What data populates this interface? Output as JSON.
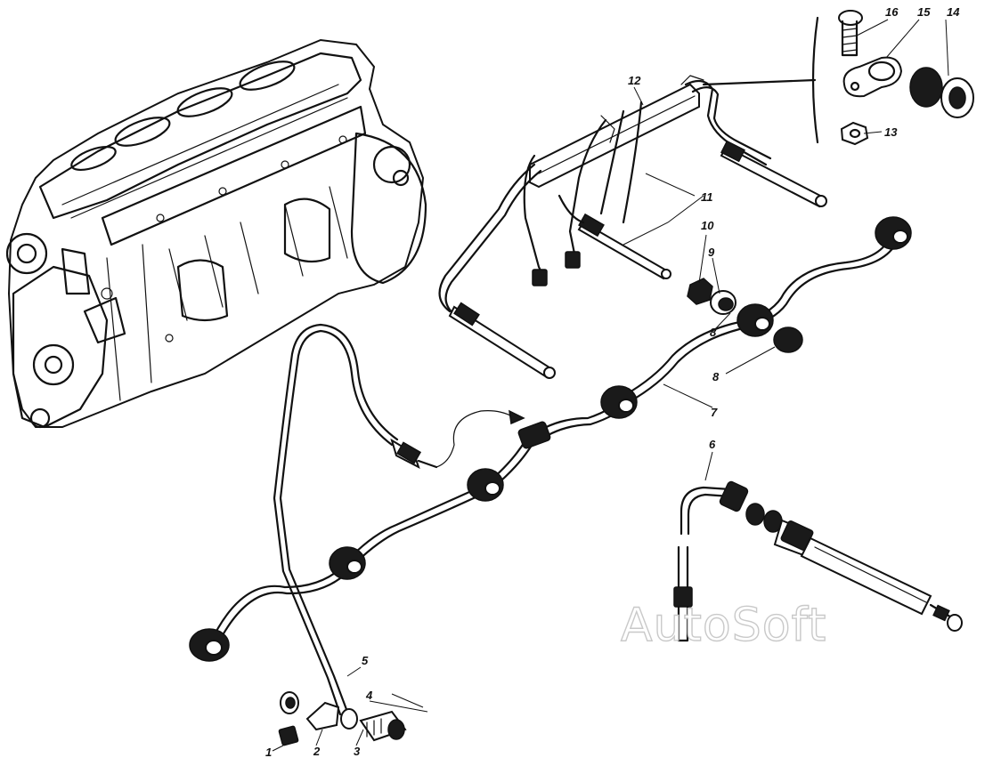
{
  "labels": [
    "1",
    "2",
    "3",
    "4",
    "5",
    "6",
    "7",
    "8",
    "8",
    "9",
    "10",
    "11",
    "12",
    "13",
    "14",
    "15",
    "16"
  ],
  "watermark": "AutoSoft"
}
